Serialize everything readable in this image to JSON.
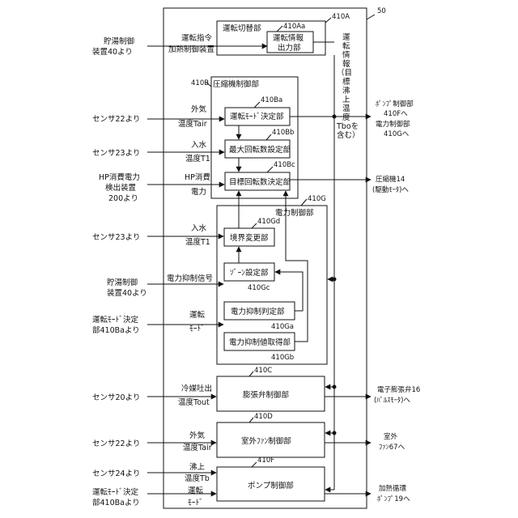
{
  "labels": {
    "ref_50": "50",
    "ref_410A": "410A",
    "ref_410Aa": "410Aa",
    "unit_410A": "運転切替部",
    "unit_410Aa": [
      "運転情報",
      "出力部"
    ],
    "ref_410B": "410B",
    "unit_410B": "圧縮機制御部",
    "ref_410Ba": "410Ba",
    "unit_410Ba": "運転ﾓｰﾄﾞ決定部",
    "ref_410Bb": "410Bb",
    "unit_410Bb": "最大回転数設定部",
    "ref_410Bc": "410Bc",
    "unit_410Bc": "目標回転数決定部",
    "ref_410G": "410G",
    "unit_410G": "電力制御部",
    "ref_410Gd": "410Gd",
    "unit_410Gd": "境界変更部",
    "ref_410Gc": "410Gc",
    "unit_410Gc": "ｿﾞｰﾝ設定部",
    "ref_410Ga": "410Ga",
    "unit_410Ga": "電力抑制判定部",
    "ref_410Gb": "410Gb",
    "unit_410Gb": "電力抑制値取得部",
    "ref_410C": "410C",
    "unit_410C": "膨張弁制御部",
    "ref_410D": "410D",
    "unit_410D": "室外ﾌｧﾝ制御部",
    "ref_410F": "410F",
    "unit_410F": "ポンプ制御部",
    "info_vertical": [
      "運",
      "転",
      "情",
      "報",
      "（目",
      "標",
      "沸",
      "上",
      "温",
      "度",
      "Tboを",
      "含む）"
    ]
  },
  "inputs": {
    "src1": [
      "貯湯制御",
      "装置40より"
    ],
    "sig1": [
      "運転指令",
      "加熱制御装置"
    ],
    "src2": "センサ22より",
    "sig2": [
      "外気",
      "温度Tair"
    ],
    "src3": "センサ23より",
    "sig3": [
      "入水",
      "温度T1"
    ],
    "src4": [
      "HP消費電力",
      "検出装置",
      "200より"
    ],
    "sig4": [
      "HP消費",
      "電力"
    ],
    "src5": "センサ23より",
    "sig5": [
      "入水",
      "温度T1"
    ],
    "src6": [
      "貯湯制御",
      "装置40より"
    ],
    "sig6": "電力抑制信号",
    "src7": [
      "運転ﾓｰﾄﾞ決定",
      "部410Baより"
    ],
    "sig7": [
      "運転",
      "ﾓｰﾄﾞ"
    ],
    "src8": "センサ20より",
    "sig8": [
      "冷媒吐出",
      "温度Tout"
    ],
    "src9": "センサ22より",
    "sig9": [
      "外気",
      "温度Tair"
    ],
    "src10": "センサ24より",
    "sig10": [
      "沸上",
      "温度Tb"
    ],
    "src11": [
      "運転ﾓｰﾄﾞ決定",
      "部410Baより"
    ],
    "sig11": [
      "運転",
      "ﾓｰﾄﾞ"
    ]
  },
  "outputs": {
    "out1": [
      "ﾎﾟﾝﾌﾟ制御部",
      "410Fへ",
      "電力制御部",
      "410Gへ"
    ],
    "out2": [
      "圧縮機14",
      "(駆動ﾓｰﾀ)へ"
    ],
    "out3": [
      "電子膨張弁16",
      "(ﾊﾟﾙｽﾓｰﾀ)へ"
    ],
    "out4": [
      "室外",
      "ﾌｧﾝ67へ"
    ],
    "out5": [
      "加熱循環",
      "ﾎﾟﾝﾌﾟ19へ"
    ]
  }
}
